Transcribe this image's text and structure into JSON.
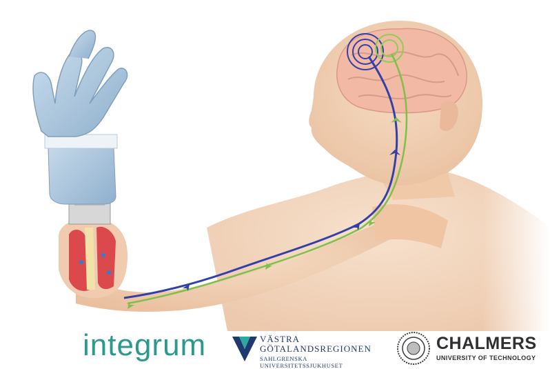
{
  "image": {
    "description_icons": [
      "prosthetic-hand",
      "human-bust",
      "brain",
      "nerve-pathway",
      "muscle-implant"
    ],
    "colors": {
      "background": "#ffffff",
      "skin": "#f2d0b4",
      "prosthetic": "#a9c4dc",
      "motor_signal": "#3340a8",
      "sensory_signal": "#7fbf4a",
      "muscle": "#d8323c"
    }
  },
  "logos": {
    "integrum": {
      "text": "integrum",
      "color": "#2a9a8c"
    },
    "vgr": {
      "line1": "VÄSTRA",
      "line2": "GÖTALANDSREGIONEN",
      "line3": "SAHLGRENSKA UNIVERSITETSSJUKHUSET",
      "color": "#1f3a6e"
    },
    "chalmers": {
      "name": "CHALMERS",
      "subtitle": "UNIVERSITY OF TECHNOLOGY",
      "color": "#2f2f2f"
    }
  }
}
